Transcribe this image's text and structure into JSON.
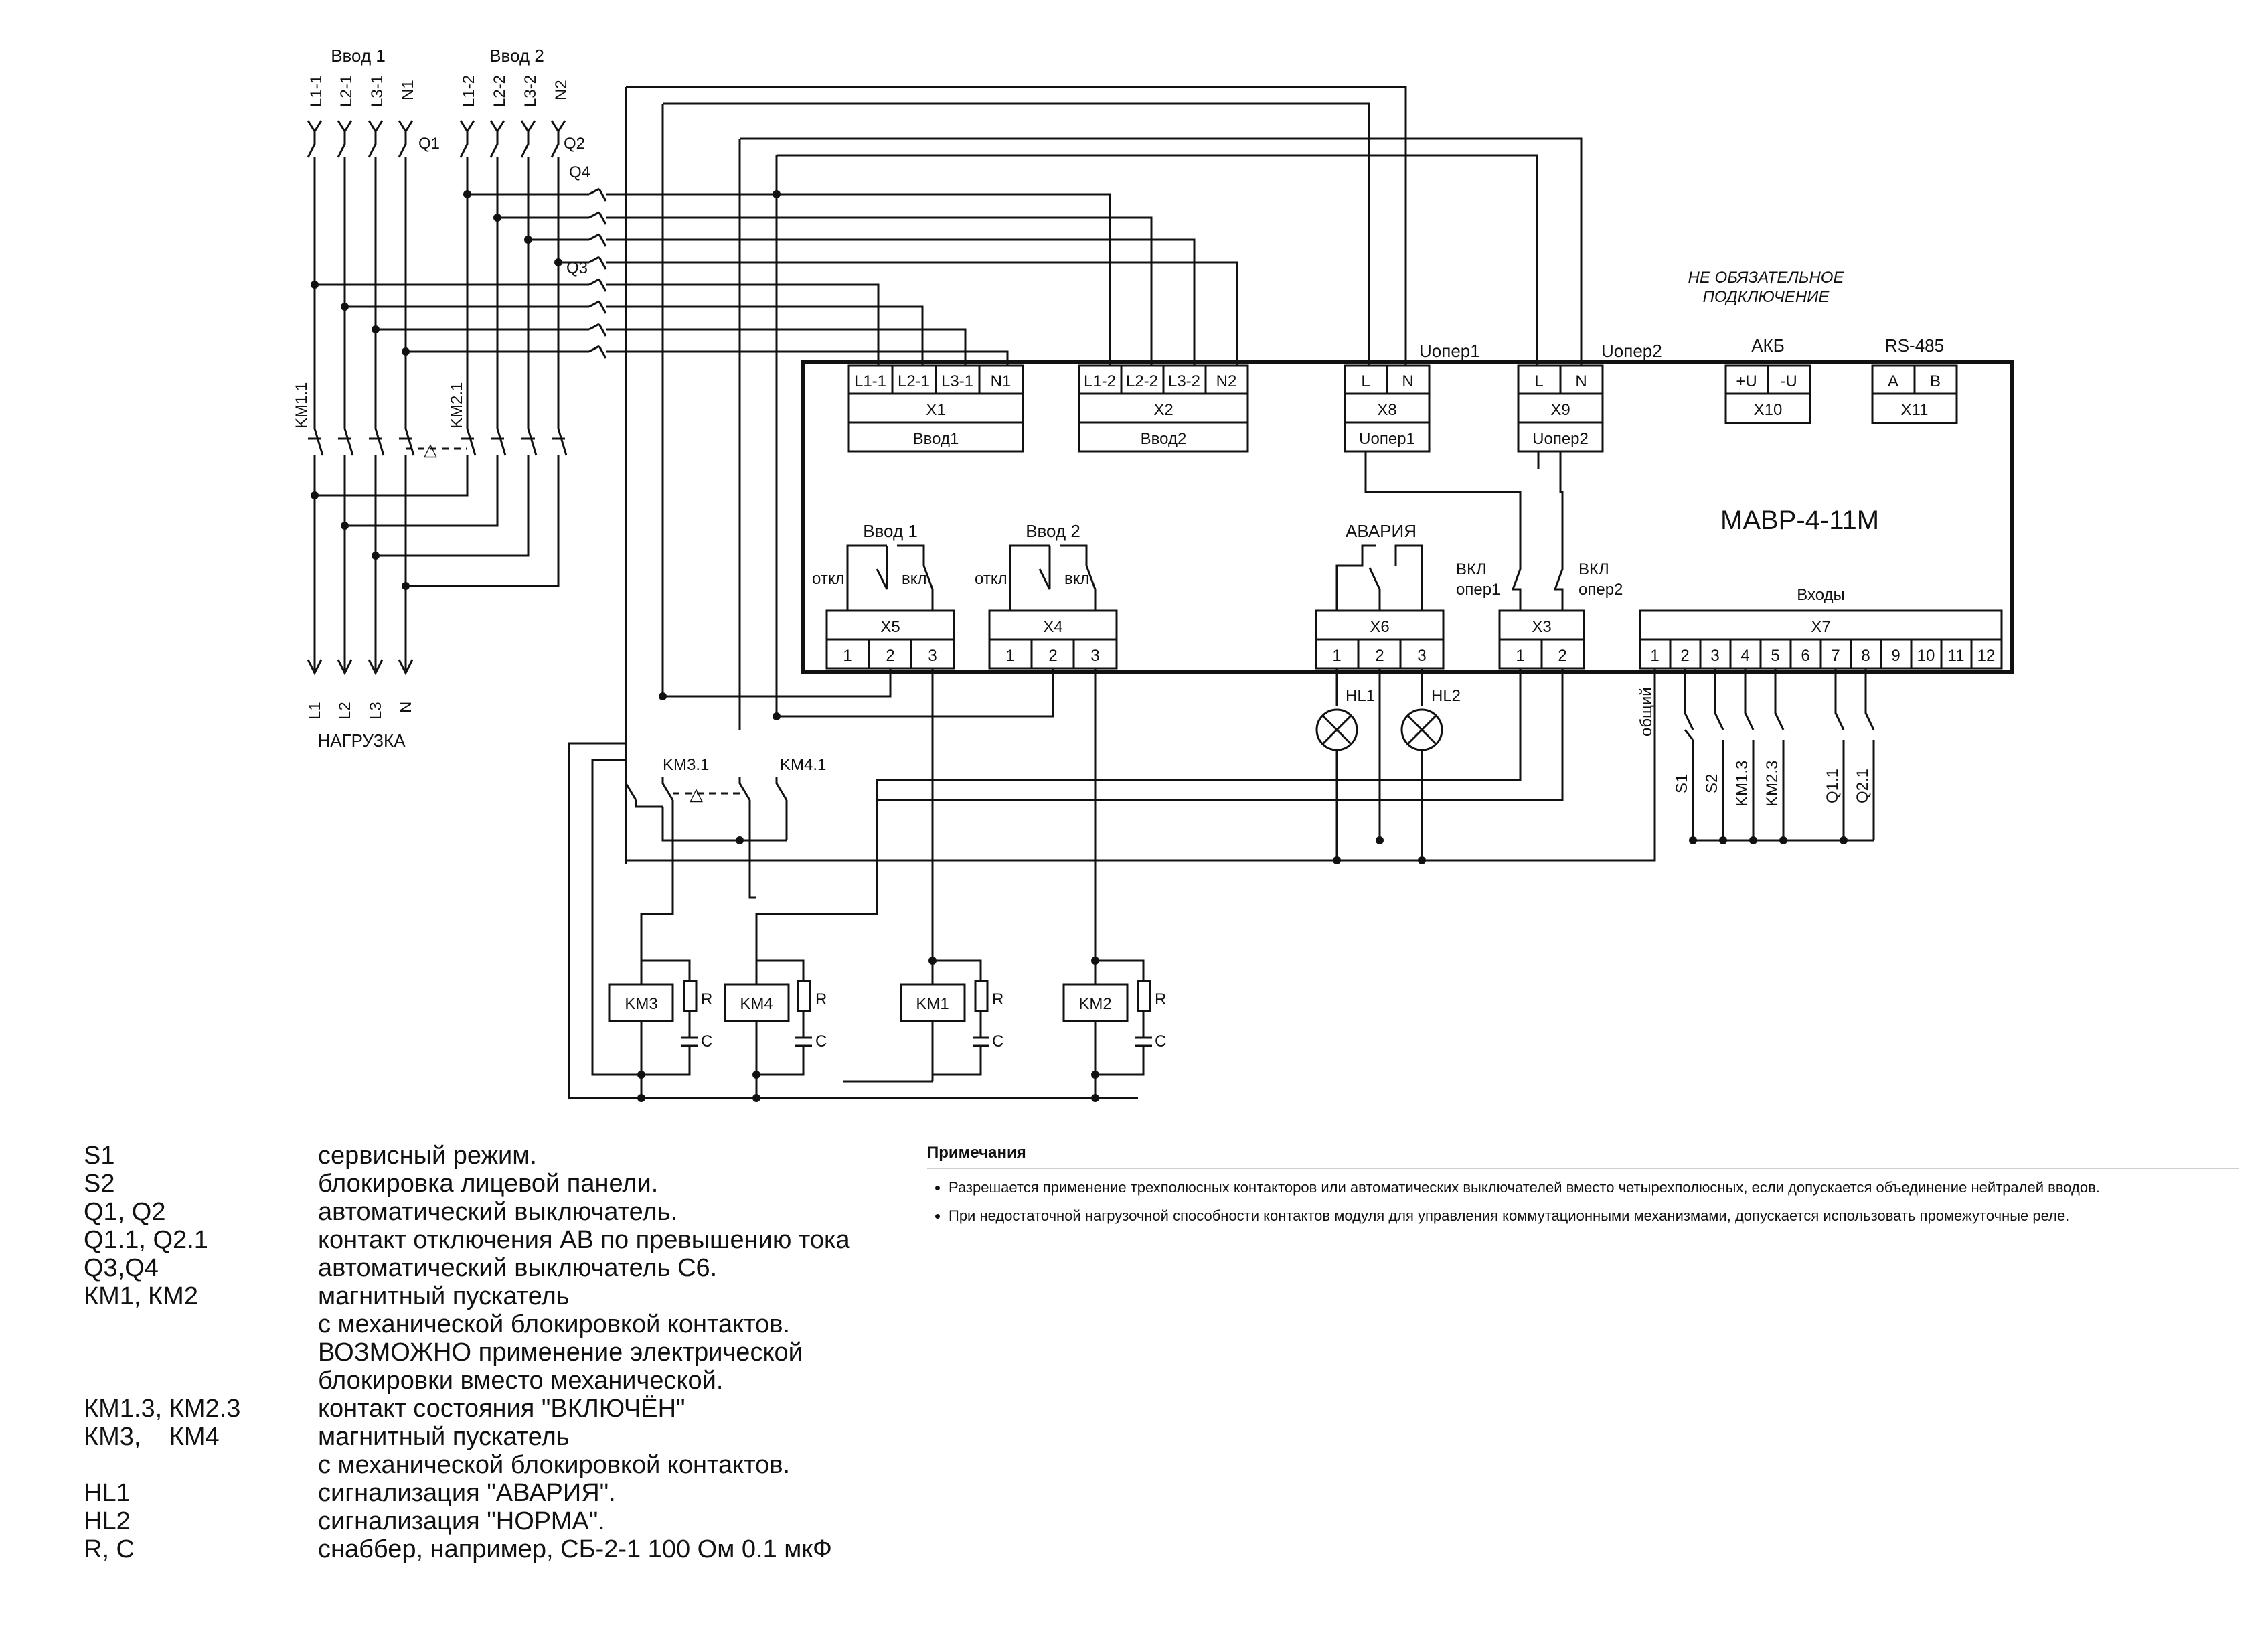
{
  "inputs": {
    "input1_title": "Ввод 1",
    "input2_title": "Ввод 2",
    "input1_lines": [
      "L1-1",
      "L2-1",
      "L3-1",
      "N1"
    ],
    "input2_lines": [
      "L1-2",
      "L2-2",
      "L3-2",
      "N2"
    ]
  },
  "breakers": {
    "q1": "Q1",
    "q2": "Q2",
    "q3": "Q3",
    "q4": "Q4"
  },
  "contactors": {
    "km1_1": "KM1.1",
    "km2_1": "KM2.1",
    "km3_1": "KM3.1",
    "km4_1": "KM4.1",
    "interlock": "△"
  },
  "load": {
    "lines": [
      "L1",
      "L2",
      "L3",
      "N"
    ],
    "title": "НАГРУЗКА"
  },
  "optional_note": [
    "НЕ ОБЯЗАТЕЛЬНОЕ",
    "ПОДКЛЮЧЕНИЕ"
  ],
  "module": {
    "name": "МАВР-4-11М",
    "uoper1": "Uопер1",
    "uoper2": "Uопер2",
    "akb": "АКБ",
    "rs485": "RS-485",
    "x1": {
      "terms": [
        "L1-1",
        "L2-1",
        "L3-1",
        "N1"
      ],
      "name": "X1",
      "desc": "Ввод1"
    },
    "x2": {
      "terms": [
        "L1-2",
        "L2-2",
        "L3-2",
        "N2"
      ],
      "name": "X2",
      "desc": "Ввод2"
    },
    "x8": {
      "terms": [
        "L",
        "N"
      ],
      "name": "X8",
      "desc": "Uопер1"
    },
    "x9": {
      "terms": [
        "L",
        "N"
      ],
      "name": "X9",
      "desc": "Uопер2"
    },
    "x10": {
      "terms": [
        "+U",
        "-U"
      ],
      "name": "X10"
    },
    "x11": {
      "terms": [
        "A",
        "B"
      ],
      "name": "X11"
    },
    "x5": {
      "name": "X5",
      "terms": [
        "1",
        "2",
        "3"
      ],
      "title": "Ввод 1",
      "off": "откл",
      "on": "вкл"
    },
    "x4": {
      "name": "X4",
      "terms": [
        "1",
        "2",
        "3"
      ],
      "title": "Ввод 2",
      "off": "откл",
      "on": "вкл"
    },
    "x6": {
      "name": "X6",
      "terms": [
        "1",
        "2",
        "3"
      ],
      "title": "АВАРИЯ"
    },
    "x3": {
      "name": "X3",
      "terms": [
        "1",
        "2"
      ],
      "vkl1": [
        "ВКЛ",
        "опер1"
      ],
      "vkl2": [
        "ВКЛ",
        "опер2"
      ]
    },
    "x7": {
      "name": "X7",
      "title": "Входы",
      "terms": [
        "1",
        "2",
        "3",
        "4",
        "5",
        "6",
        "7",
        "8",
        "9",
        "10",
        "11",
        "12"
      ]
    }
  },
  "lamps": {
    "hl1": "HL1",
    "hl2": "HL2"
  },
  "common_label": "общий",
  "input_contacts": [
    "S1",
    "S2",
    "KM1.3",
    "KM2.3",
    "Q1.1",
    "Q2.1"
  ],
  "coils": [
    {
      "name": "KM3",
      "r": "R",
      "c": "C"
    },
    {
      "name": "KM4",
      "r": "R",
      "c": "C"
    },
    {
      "name": "KM1",
      "r": "R",
      "c": "C"
    },
    {
      "name": "KM2",
      "r": "R",
      "c": "C"
    }
  ],
  "legend": [
    {
      "code": "S1",
      "desc": "сервисный режим."
    },
    {
      "code": "S2",
      "desc": "блокировка лицевой панели."
    },
    {
      "code": "Q1, Q2",
      "desc": "автоматический выключатель."
    },
    {
      "code": "Q1.1, Q2.1",
      "desc": "контакт отключения АВ по превышению тока"
    },
    {
      "code": "Q3,Q4",
      "desc": "автоматический выключатель С6."
    },
    {
      "code": "КМ1, КМ2",
      "desc": "магнитный пускатель"
    },
    {
      "code": "",
      "desc": "с механической блокировкой контактов."
    },
    {
      "code": "",
      "desc": "ВОЗМОЖНО применение электрической"
    },
    {
      "code": "",
      "desc": "блокировки вместо механической."
    },
    {
      "code": "КМ1.3, КМ2.3",
      "desc": "контакт состояния \"ВКЛЮЧЁН\""
    },
    {
      "code": "КМ3,    КМ4",
      "desc": "магнитный пускатель"
    },
    {
      "code": "",
      "desc": "с механической блокировкой контактов."
    },
    {
      "code": "HL1",
      "desc": "сигнализация \"АВАРИЯ\"."
    },
    {
      "code": "HL2",
      "desc": "сигнализация \"НОРМА\"."
    },
    {
      "code": "R, C",
      "desc": "снаббер, например, СБ-2-1 100 Ом 0.1 мкФ"
    }
  ],
  "notes": {
    "title": "Примечания",
    "items": [
      "Разрешается применение трехполюсных контакторов или автоматических выключателей вместо четырехполюсных, если допускается объединение нейтралей вводов.",
      "При недостаточной нагрузочной способности контактов модуля для управления коммутационными механизмами, допускается использовать промежуточные реле."
    ]
  }
}
